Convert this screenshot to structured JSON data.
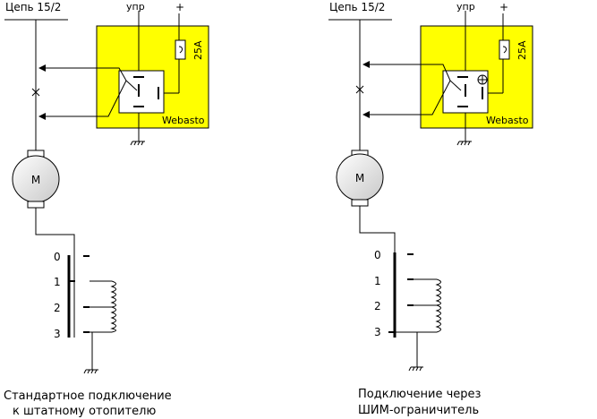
{
  "diagrams": [
    {
      "circuit_label": "Цепь 15/2",
      "control_label": "упр",
      "plus_label": "+",
      "fuse_label": "25A",
      "brand_label": "Webasto",
      "motor_label": "M",
      "positions": [
        "0",
        "1",
        "2",
        "3"
      ],
      "caption_line1": "Стандартное подключение",
      "caption_line2": "к штатному отопителю"
    },
    {
      "circuit_label": "Цепь 15/2",
      "control_label": "упр",
      "plus_label": "+",
      "fuse_label": "25A",
      "brand_label": "Webasto",
      "motor_label": "M",
      "positions": [
        "0",
        "1",
        "2",
        "3"
      ],
      "caption_line1": "Подключение через",
      "caption_line2": "ШИМ-ограничитель"
    }
  ],
  "colors": {
    "module_fill": "#ffff00",
    "line": "#000000",
    "motor_fill": "#e0e0e0"
  }
}
